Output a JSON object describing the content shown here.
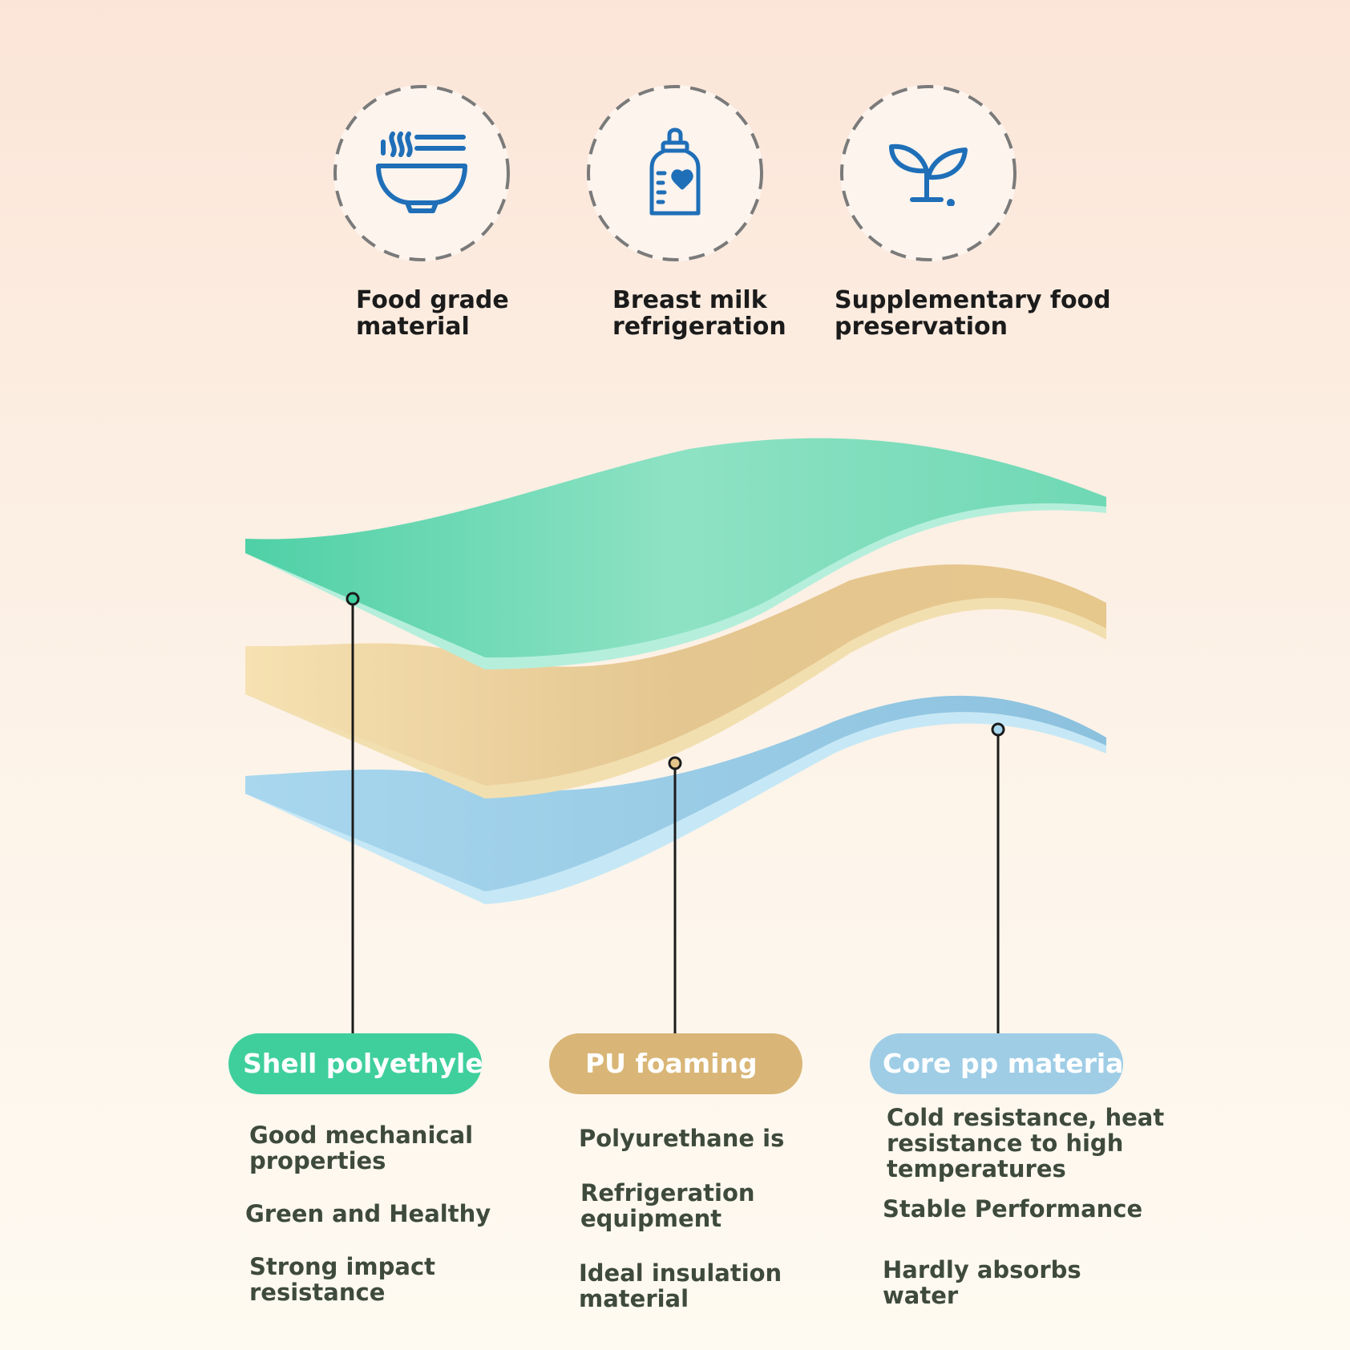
{
  "colors": {
    "icon_blue": "#1f6fb8",
    "ring_gray": "#7a7a7a",
    "shell_green": "#3fcf9d",
    "foam_tan": "#d9b677",
    "core_blue": "#9fcde6",
    "text_dark": "#1b1b1b",
    "desc_text": "#3e4a3c"
  },
  "features": [
    {
      "icon": "bowl-icon",
      "label": "Food grade\nmaterial"
    },
    {
      "icon": "baby-bottle-icon",
      "label": "Breast milk\n refrigeration"
    },
    {
      "icon": "sprout-icon",
      "label": "Supplementary food\npreservation"
    }
  ],
  "layers": [
    {
      "name": "Shell polyethylene",
      "color": "#3fcf9d",
      "descriptions": [
        "Good mechanical\nproperties",
        "Green and Healthy",
        "Strong impact\nresistance"
      ]
    },
    {
      "name": "PU foaming",
      "color": "#d9b677",
      "descriptions": [
        "Polyurethane is",
        "Refrigeration\nequipment",
        "Ideal insulation\nmaterial"
      ]
    },
    {
      "name": "Core pp material",
      "color": "#9fcde6",
      "descriptions": [
        "Cold resistance, heat\nresistance to high\ntemperatures",
        "Stable Performance",
        "Hardly absorbs\nwater"
      ]
    }
  ]
}
